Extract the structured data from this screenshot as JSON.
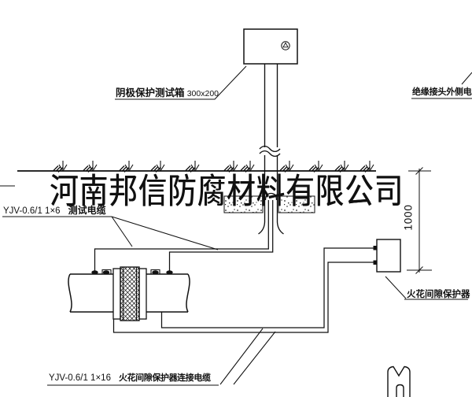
{
  "watermark": "河南邦信防腐材料有限公司",
  "labels": {
    "test_box_name": "阴极保护测试箱",
    "test_box_size": "300x200",
    "insulated_joint_cable": "绝缘接头外侧电缆",
    "test_cable_spec": "YJV-0.6/1  1×6",
    "test_cable_name": "测试电缆",
    "spark_gap": "火花间隙保护器",
    "connection_cable_spec": "YJV-0.6/1  1×16",
    "connection_cable_name": "火花间隙保护器连接电缆",
    "dimension_value": "1000"
  }
}
